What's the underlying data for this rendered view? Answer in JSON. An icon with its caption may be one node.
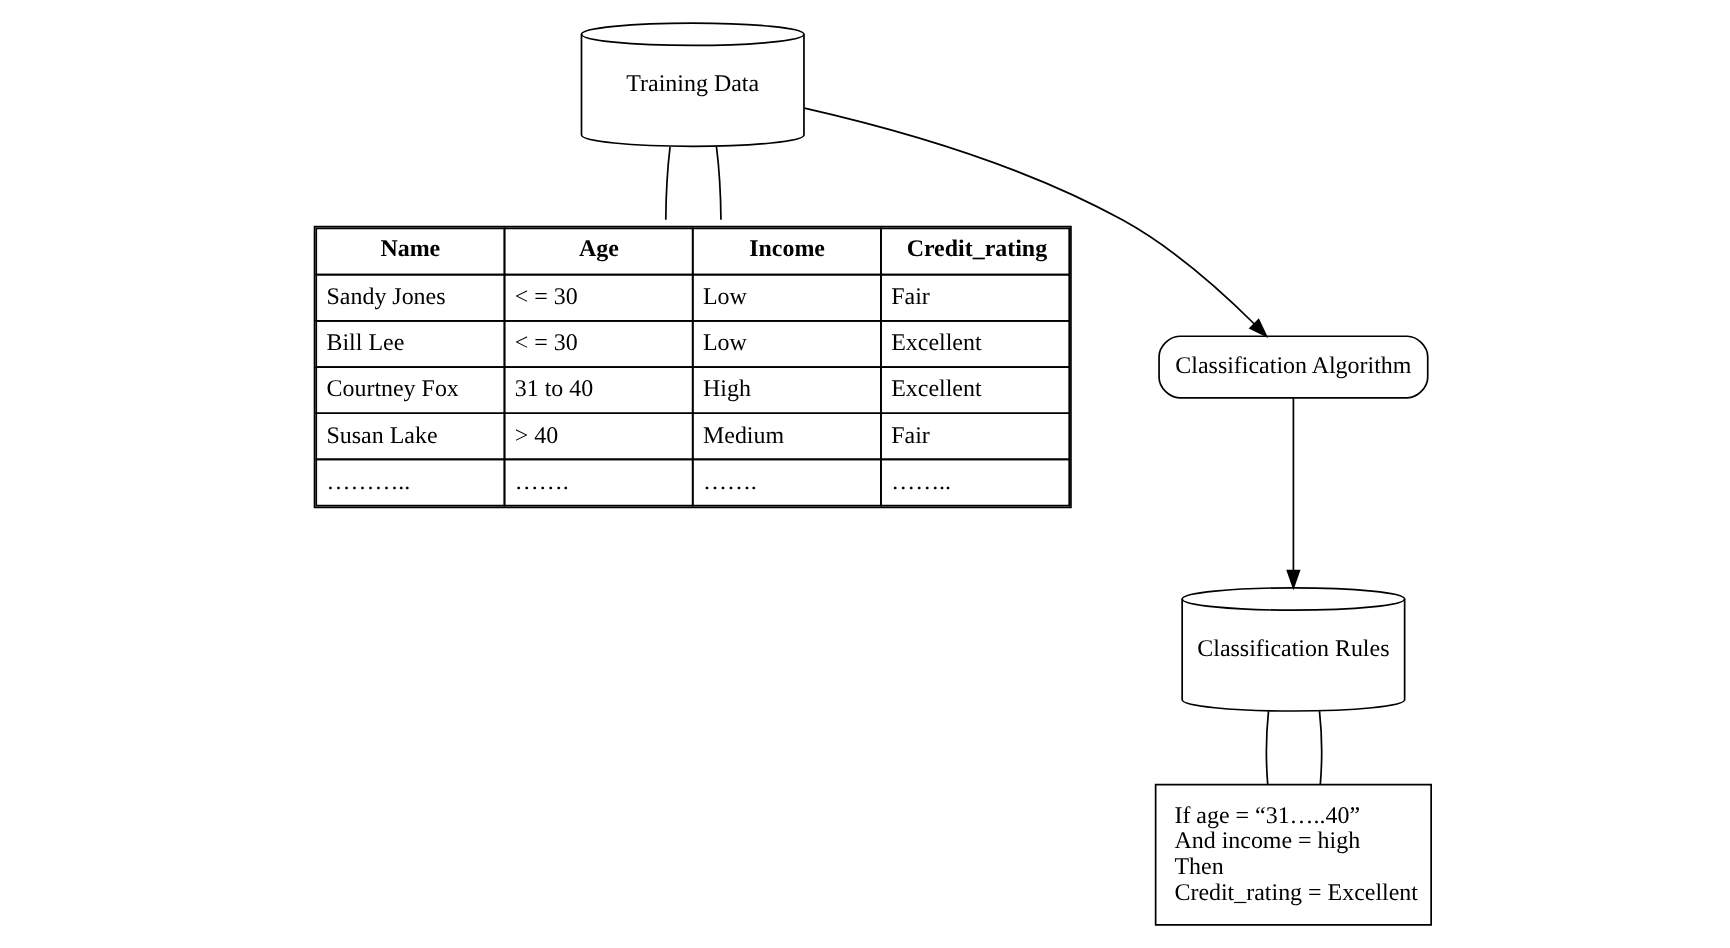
{
  "diagram": {
    "nodes": [
      {
        "text": [
          "Training Data"
        ]
      },
      {
        "text": [
          "Name",
          "Age",
          "Income",
          "Credit_rating",
          "Sandy Jones",
          "< = 30",
          "Low",
          "Fair",
          "Bill Lee",
          "< = 30",
          "Low",
          "Excellent",
          "Courtney Fox",
          "31 to 40",
          "High",
          "Excellent",
          "Susan Lake",
          "> 40",
          "Medium",
          "Fair",
          "………..",
          "…….",
          "…….",
          "…….."
        ]
      },
      {
        "text": [
          "Classification Algorithm"
        ]
      },
      {
        "text": [
          "Classification Rules"
        ]
      },
      {
        "text": [
          "If age = “31…..40”",
          "And income = high",
          "Then",
          "Credit_rating = Excellent"
        ]
      }
    ],
    "edges": [
      {
        "from": 0,
        "to": 2,
        "arrow": "to"
      },
      {
        "from": 2,
        "to": 3,
        "arrow": "to"
      },
      {
        "from": 0,
        "to": 1,
        "arrow": "none"
      },
      {
        "from": 0,
        "to": 1,
        "arrow": "none"
      },
      {
        "from": 3,
        "to": 4,
        "arrow": "none"
      },
      {
        "from": 3,
        "to": 4,
        "arrow": "none"
      }
    ]
  }
}
